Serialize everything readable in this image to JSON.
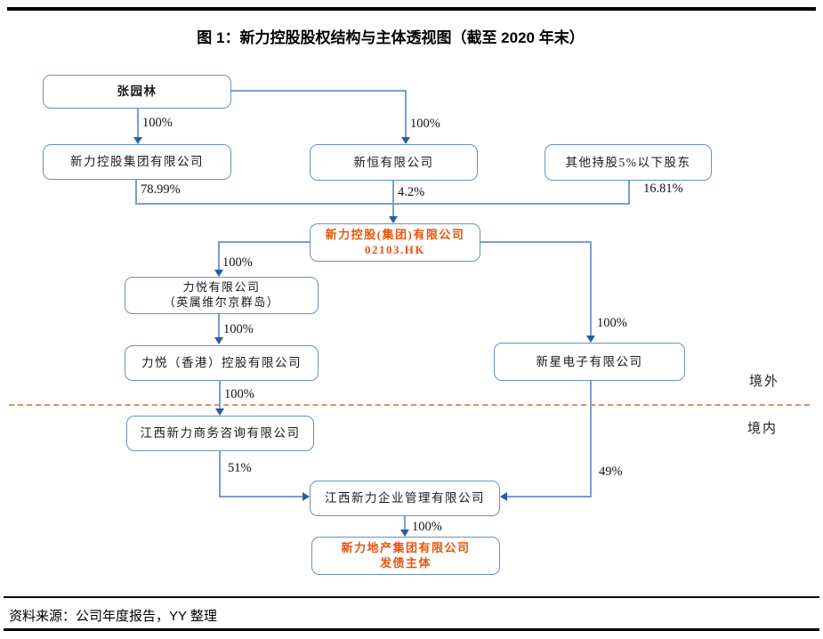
{
  "title": "图 1：新力控股股权结构与主体透视图（截至 2020 年末）",
  "source": "资料来源：公司年度报告，YY 整理",
  "region_labels": {
    "offshore": "境外",
    "onshore": "境内"
  },
  "colors": {
    "box_border": "#6a8fc8",
    "line": "#7c9cd4",
    "arrow": "#2e5ba8",
    "orange_text": "#e8540c",
    "dashed": "#e98a66"
  },
  "nodes": {
    "zhang": {
      "line1": "张园林"
    },
    "xinli_group": {
      "line1": "新力控股集团有限公司"
    },
    "xinheng": {
      "line1": "新恒有限公司"
    },
    "other_holders": {
      "line1": "其他持股5%以下股东"
    },
    "sinic_holdings": {
      "line1": "新力控股(集团)有限公司",
      "line2": "02103.HK"
    },
    "liyue_bvi": {
      "line1": "力悦有限公司",
      "line2": "（英属维尔京群岛）"
    },
    "liyue_hk": {
      "line1": "力悦（香港）控股有限公司"
    },
    "jx_consulting": {
      "line1": "江西新力商务咨询有限公司"
    },
    "xinxing": {
      "line1": "新星电子有限公司"
    },
    "jx_mgmt": {
      "line1": "江西新力企业管理有限公司"
    },
    "sinic_realestate": {
      "line1": "新力地产集团有限公司",
      "line2": "发债主体"
    }
  },
  "edge_labels": {
    "zhang_to_xinli": "100%",
    "zhang_to_xinheng": "100%",
    "xinli_to_sinic": "78.99%",
    "xinheng_to_sinic": "4.2%",
    "others_to_sinic": "16.81%",
    "sinic_to_bvi": "100%",
    "bvi_to_hk": "100%",
    "hk_to_consulting": "100%",
    "consulting_to_mgmt": "51%",
    "sinic_to_xinxing": "100%",
    "xinxing_to_mgmt": "49%",
    "mgmt_to_realestate": "100%"
  }
}
